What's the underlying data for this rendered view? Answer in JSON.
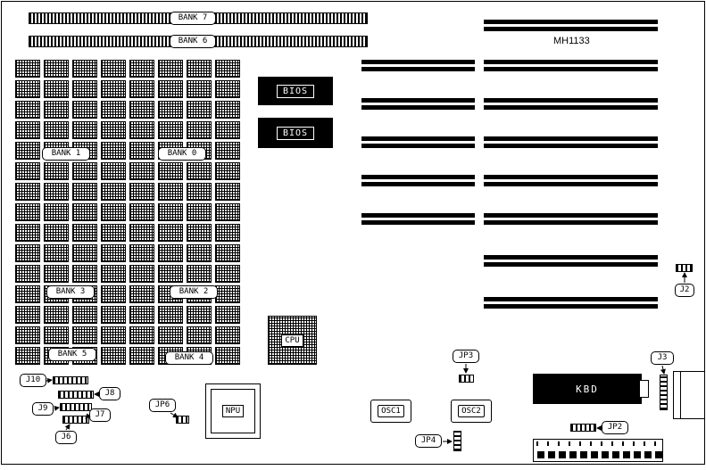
{
  "board": {
    "model_label": "MH1133"
  },
  "simm_banks": [
    {
      "label": "BANK 7"
    },
    {
      "label": "BANK 6"
    }
  ],
  "dram_banks": [
    {
      "label": "BANK 1"
    },
    {
      "label": "BANK 0"
    },
    {
      "label": "BANK 3"
    },
    {
      "label": "BANK 2"
    },
    {
      "label": "BANK 5"
    },
    {
      "label": "BANK 4"
    }
  ],
  "bios": {
    "label_top": "BIOS",
    "label_bottom": "BIOS"
  },
  "cpu": {
    "label": "CPU"
  },
  "npu": {
    "label": "NPU"
  },
  "keyboard_controller": {
    "label": "KBD"
  },
  "oscillators": [
    {
      "label": "OSC1"
    },
    {
      "label": "OSC2"
    }
  ],
  "jumpers": {
    "j2": "J2",
    "j3": "J3",
    "j6": "J6",
    "j7": "J7",
    "j8": "J8",
    "j9": "J9",
    "j10": "J10",
    "jp2": "JP2",
    "jp3": "JP3",
    "jp4": "JP4",
    "jp6": "JP6"
  },
  "colors": {
    "line": "#000000",
    "background": "#ffffff"
  }
}
